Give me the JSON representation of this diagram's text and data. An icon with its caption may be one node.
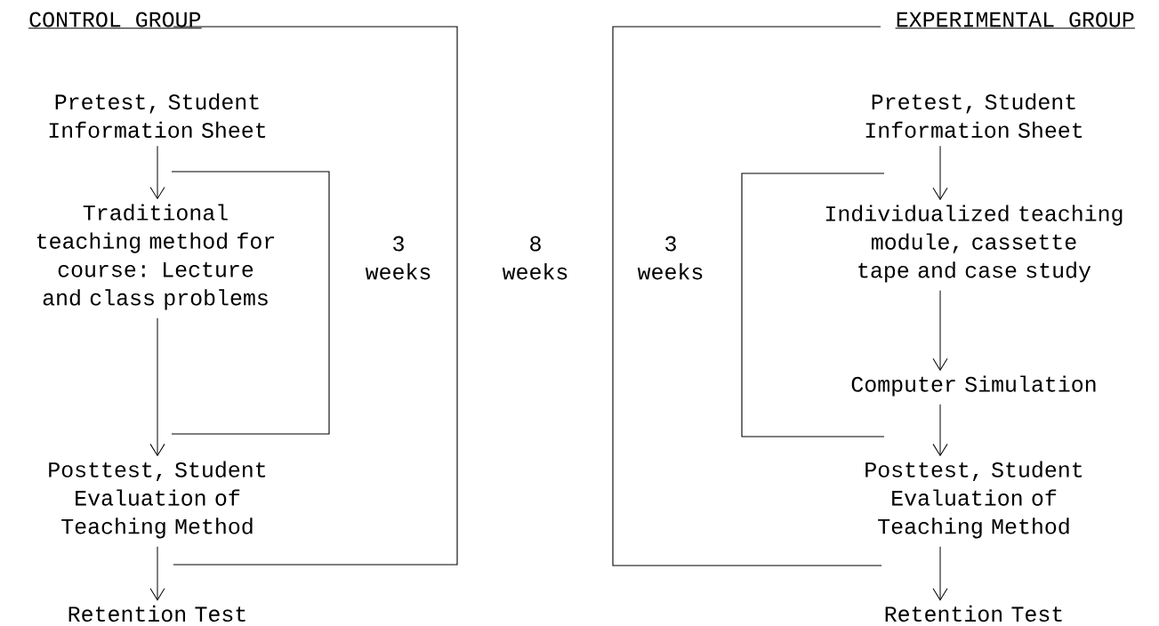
{
  "diagram": {
    "nodes": [
      {
        "text": [
          "Pretest, Student Information Sheet"
        ]
      },
      {
        "text": [
          "Traditional teaching method for course: Lecture and class problems"
        ]
      },
      {
        "text": [
          "Posttest, Student Evaluation of Teaching Method"
        ]
      },
      {
        "text": [
          "Retention Test"
        ]
      },
      {
        "text": [
          "Pretest, Student Information Sheet"
        ]
      },
      {
        "text": [
          "Individualized teaching module, cassette tape and case study"
        ]
      },
      {
        "text": [
          "Computer Simulation"
        ]
      },
      {
        "text": [
          "Posttest, Student Evaluation of Teaching Method"
        ]
      },
      {
        "text": [
          "Retention Test"
        ]
      }
    ],
    "edges": [
      {
        "from": 0,
        "to": 1,
        "arrow": "to"
      },
      {
        "from": 1,
        "to": 2,
        "arrow": "to"
      },
      {
        "from": 2,
        "to": 3,
        "arrow": "to"
      },
      {
        "from": 4,
        "to": 5,
        "arrow": "to"
      },
      {
        "from": 5,
        "to": 6,
        "arrow": "to"
      },
      {
        "from": 6,
        "to": 7,
        "arrow": "to"
      },
      {
        "from": 7,
        "to": 8,
        "arrow": "to"
      }
    ],
    "labels": [
      "CONTROL GROUP",
      "EXPERIMENTAL GROUP",
      "3 weeks",
      "8 weeks",
      "3 weeks"
    ]
  }
}
